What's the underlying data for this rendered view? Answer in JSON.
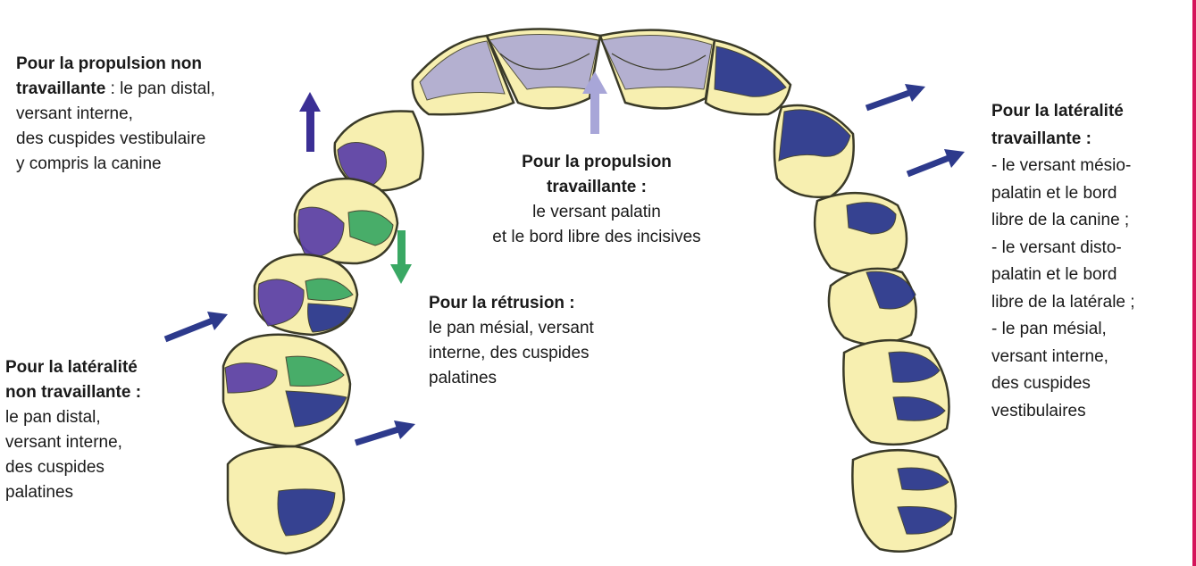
{
  "colors": {
    "tooth_fill": "#f7efb0",
    "tooth_outline": "#3a3a28",
    "contact_dark_blue": "#26348f",
    "contact_mid_blue": "#5a3fa8",
    "contact_light_purple": "#a9a6d6",
    "contact_green": "#3aa864",
    "arrow_dark_blue": "#2d3a8c",
    "arrow_purple": "#3b2f95",
    "arrow_light_purple": "#a8a6d8",
    "arrow_green": "#3aa864",
    "page_edge": "#d4145a"
  },
  "icons": {
    "arrow_up_purple": "arrow-up-icon",
    "arrow_up_light": "arrow-up-icon",
    "arrow_down_green": "arrow-down-icon",
    "arrow_right_blue": "arrow-right-icon"
  },
  "captions": {
    "propulsion_non_travaillante": {
      "lines": [
        {
          "head": "Pour la propulsion non",
          "rest": ""
        },
        {
          "head": "travaillante",
          "rest": " : le pan distal,"
        },
        {
          "head": "",
          "rest": "versant interne,"
        },
        {
          "head": "",
          "rest": "des cuspides vestibulaire"
        },
        {
          "head": "",
          "rest": "y compris la canine"
        }
      ]
    },
    "propulsion_travaillante": {
      "lines": [
        {
          "head": "Pour la propulsion",
          "rest": ""
        },
        {
          "head": "travaillante :",
          "rest": ""
        },
        {
          "head": "",
          "rest": "le versant palatin"
        },
        {
          "head": "",
          "rest": "et le bord libre des incisives"
        }
      ]
    },
    "retrusion": {
      "lines": [
        {
          "head": "Pour la rétrusion :",
          "rest": ""
        },
        {
          "head": "",
          "rest": "le pan mésial, versant"
        },
        {
          "head": "",
          "rest": "interne, des cuspides"
        },
        {
          "head": "",
          "rest": "palatines"
        }
      ]
    },
    "lateralite_non_travaillante": {
      "lines": [
        {
          "head": "Pour la latéralité",
          "rest": ""
        },
        {
          "head": "non travaillante :",
          "rest": ""
        },
        {
          "head": "",
          "rest": "le pan distal,"
        },
        {
          "head": "",
          "rest": "versant interne,"
        },
        {
          "head": "",
          "rest": "des cuspides"
        },
        {
          "head": "",
          "rest": "palatines"
        }
      ]
    },
    "lateralite_travaillante": {
      "lines": [
        {
          "head": "Pour la latéralité",
          "rest": ""
        },
        {
          "head": "travaillante :",
          "rest": ""
        },
        {
          "head": "",
          "rest": "- le versant mésio-"
        },
        {
          "head": "",
          "rest": "palatin et le bord"
        },
        {
          "head": "",
          "rest": "libre de la canine ;"
        },
        {
          "head": "",
          "rest": "- le versant disto-"
        },
        {
          "head": "",
          "rest": "palatin et le bord"
        },
        {
          "head": "",
          "rest": "libre de la latérale ;"
        },
        {
          "head": "",
          "rest": "- le pan mésial,"
        },
        {
          "head": "",
          "rest": "versant interne,"
        },
        {
          "head": "",
          "rest": "des cuspides"
        },
        {
          "head": "",
          "rest": "vestibulaires"
        }
      ]
    }
  }
}
